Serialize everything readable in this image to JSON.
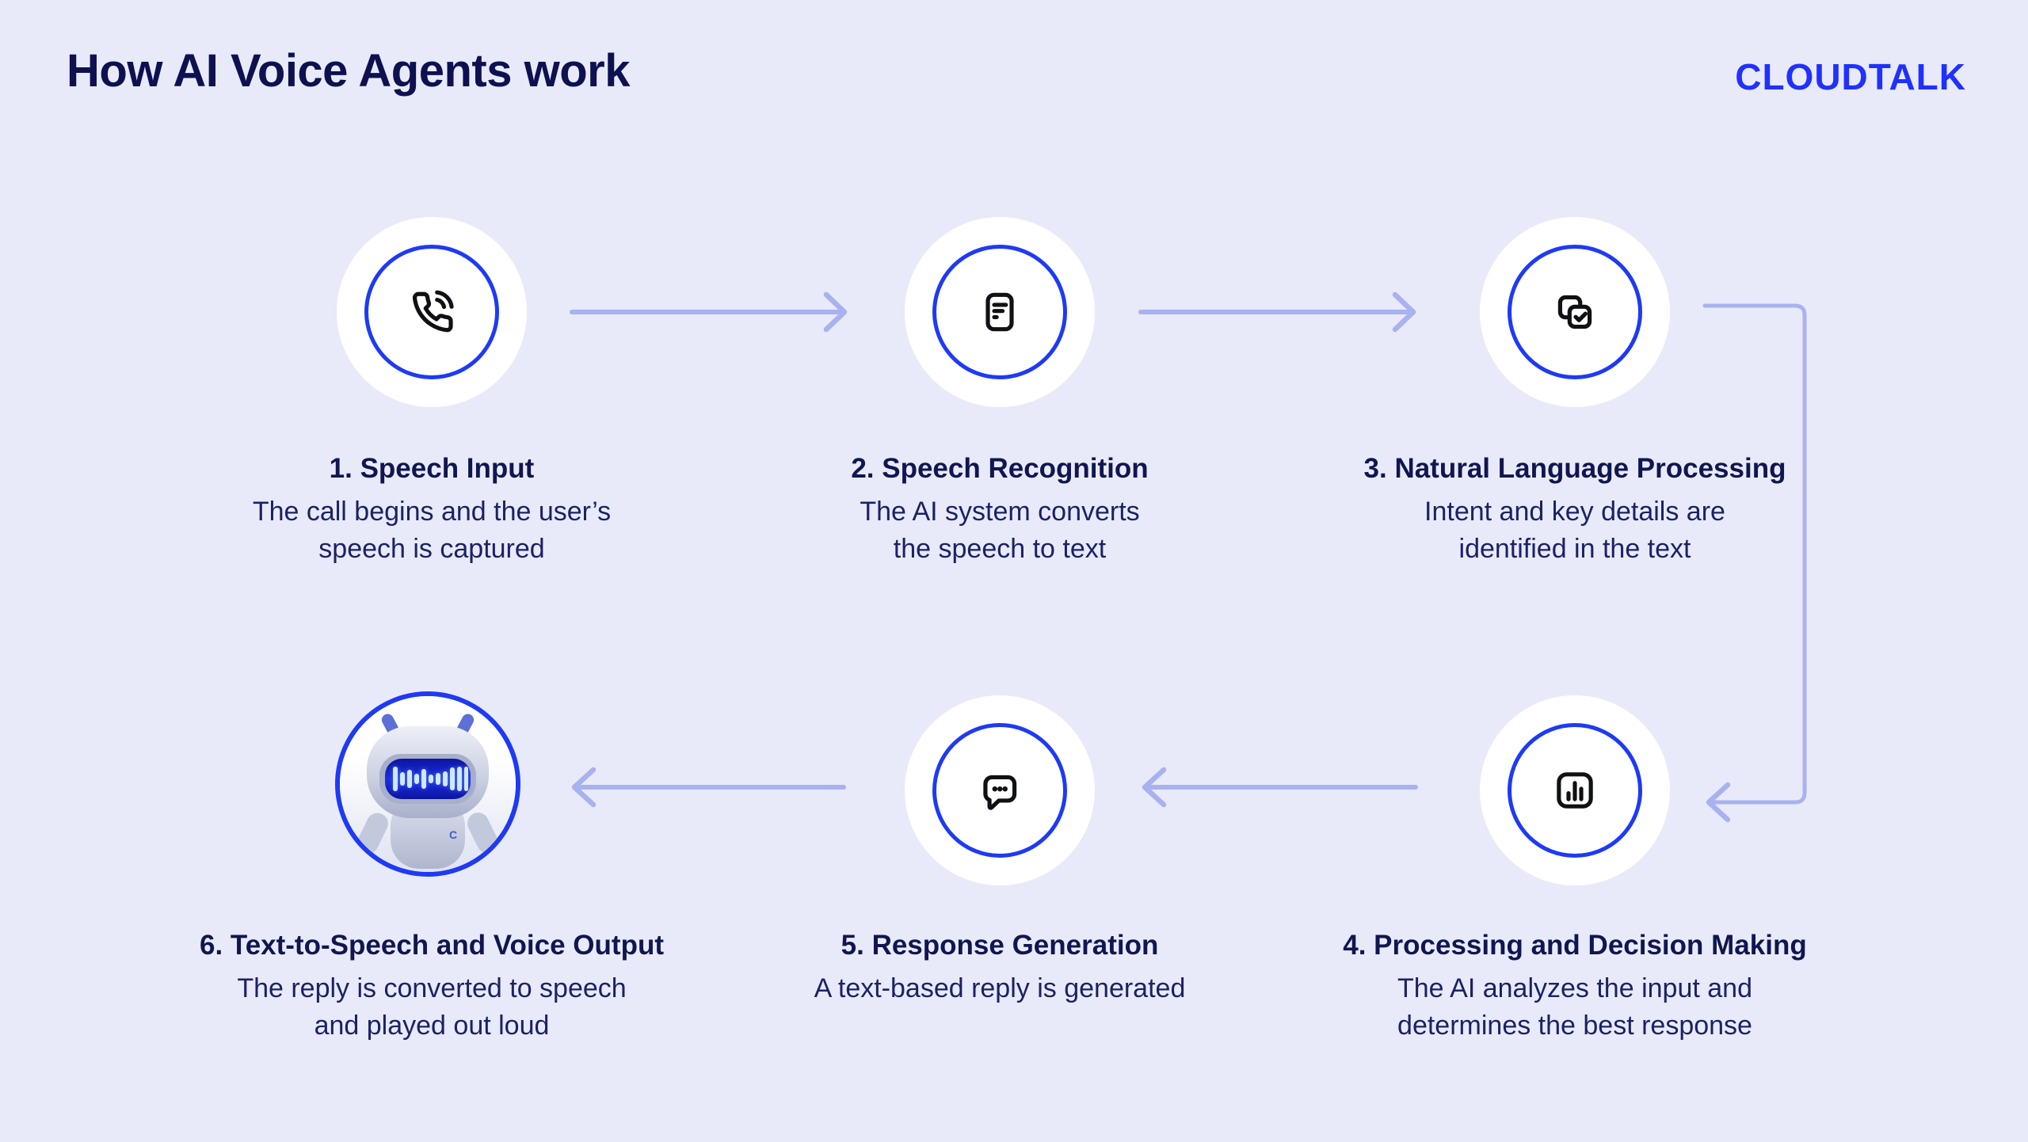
{
  "header": {
    "title": "How AI Voice Agents work",
    "brand": "CLOUDTALK"
  },
  "colors": {
    "background": "#E8EAFA",
    "title_navy": "#0D1150",
    "heading_navy": "#10164F",
    "body_navy": "#1B2264",
    "brand_blue": "#2031FE",
    "ring_blue": "#1E3AF5",
    "arrow_lavender": "#A8B2EE",
    "icon_black": "#101114",
    "circle_white": "#FFFFFF",
    "robot_screen_blue": "#1B2BD6",
    "robot_bar_cyan": "#CDE8FF"
  },
  "flow": {
    "direction_row1": "left-to-right",
    "direction_row2": "right-to-left",
    "arrows": [
      "step1-to-step2",
      "step2-to-step3",
      "step3-to-step4-elbow",
      "step4-to-step5",
      "step5-to-step6"
    ]
  },
  "steps": [
    {
      "title": "1. Speech Input",
      "lines": [
        "The call begins and the user’s",
        "speech is captured"
      ],
      "icon": "phone-icon"
    },
    {
      "title": "2. Speech Recognition",
      "lines": [
        "The AI system converts",
        "the speech to text"
      ],
      "icon": "document-icon"
    },
    {
      "title": "3. Natural Language Processing",
      "lines": [
        "Intent and key details are",
        "identified in the text"
      ],
      "icon": "copy-check-icon"
    },
    {
      "title": "4. Processing and Decision Making",
      "lines": [
        "The AI analyzes the input and",
        "determines the best response"
      ],
      "icon": "bar-chart-icon"
    },
    {
      "title": "5. Response Generation",
      "lines": [
        "A text-based reply is generated"
      ],
      "icon": "chat-bubble-icon"
    },
    {
      "title": "6. Text-to-Speech and Voice Output",
      "lines": [
        "The reply is converted to speech",
        "and played out loud"
      ],
      "icon": "robot-avatar"
    }
  ]
}
